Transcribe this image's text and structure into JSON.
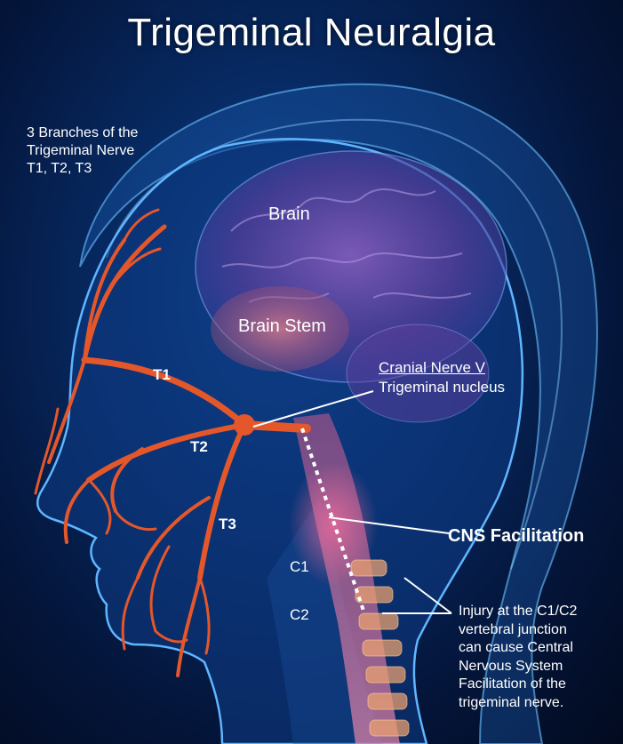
{
  "title": "Trigeminal Neuralgia",
  "labels": {
    "branches_line1": "3 Branches of the",
    "branches_line2": "Trigeminal Nerve",
    "branches_line3": "T1, T2, T3",
    "brain": "Brain",
    "brain_stem": "Brain Stem",
    "cranial_nerve": "Cranial Nerve  V",
    "trigeminal_nucleus": "Trigeminal nucleus",
    "t1": "T1",
    "t2": "T2",
    "t3": "T3",
    "cns": "CNS Facilitation",
    "c1": "C1",
    "c2": "C2",
    "injury_line1": "Injury at the C1/C2",
    "injury_line2": "vertebral junction",
    "injury_line3": "can cause Central",
    "injury_line4": "Nervous System",
    "injury_line5": "Facilitation of the",
    "injury_line6": "trigeminal nerve."
  },
  "colors": {
    "nerve": "#e4572a",
    "outline": "#5fb6ff",
    "brain": "#6d4aa8",
    "spine": "#ff7a9e"
  }
}
